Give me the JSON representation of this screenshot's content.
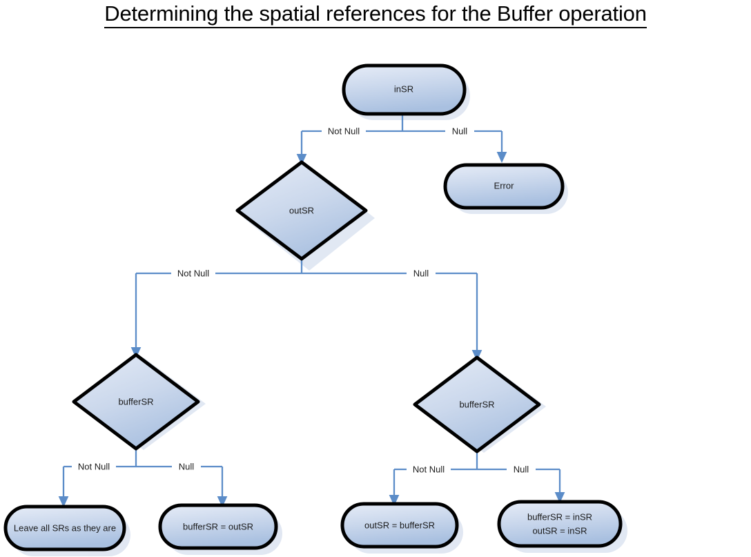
{
  "title": "Determining the spatial references for the Buffer operation",
  "colors": {
    "connector": "#5b8cc8",
    "shape_outline": "#000000",
    "fill_top": "#dde5f2",
    "fill_bottom": "#a7bfdf",
    "text": "#1b1b1b",
    "background": "#ffffff",
    "shadow": "#c8d4e8"
  },
  "nodes": {
    "in_sr": {
      "label": "inSR",
      "shape": "rounded-rect"
    },
    "error": {
      "label": "Error",
      "shape": "rounded-rect"
    },
    "out_sr": {
      "label": "outSR",
      "shape": "diamond"
    },
    "buffer_sr_left": {
      "label": "bufferSR",
      "shape": "diamond"
    },
    "buffer_sr_right": {
      "label": "bufferSR",
      "shape": "diamond"
    },
    "leave_all": {
      "label": "Leave all SRs as they are",
      "shape": "rounded-rect"
    },
    "buffer_eq_out": {
      "label": "bufferSR = outSR",
      "shape": "rounded-rect"
    },
    "out_eq_buffer": {
      "label": "outSR = bufferSR",
      "shape": "rounded-rect"
    },
    "buffer_out_eq_in": {
      "label_line1": "bufferSR = inSR",
      "label_line2": "outSR = inSR",
      "shape": "rounded-rect"
    }
  },
  "edges": {
    "in_sr_not_null": "Not Null",
    "in_sr_null": "Null",
    "out_sr_not_null": "Not Null",
    "out_sr_null": "Null",
    "buffer_left_not_null": "Not Null",
    "buffer_left_null": "Null",
    "buffer_right_not_null": "Not Null",
    "buffer_right_null": "Null"
  },
  "chart_data": {
    "type": "table",
    "title": "Determining the spatial references for the Buffer operation",
    "decision_tree": [
      {
        "node": "inSR",
        "branches": [
          {
            "condition": "Not Null",
            "target": "outSR"
          },
          {
            "condition": "Null",
            "target": "Error"
          }
        ]
      },
      {
        "node": "outSR",
        "branches": [
          {
            "condition": "Not Null",
            "target": "bufferSR"
          },
          {
            "condition": "Null",
            "target": "bufferSR"
          }
        ]
      },
      {
        "node": "bufferSR (outSR Not Null)",
        "branches": [
          {
            "condition": "Not Null",
            "target": "Leave all SRs as they are"
          },
          {
            "condition": "Null",
            "target": "bufferSR = outSR"
          }
        ]
      },
      {
        "node": "bufferSR (outSR Null)",
        "branches": [
          {
            "condition": "Not Null",
            "target": "outSR = bufferSR"
          },
          {
            "condition": "Null",
            "target": "bufferSR = inSR; outSR = inSR"
          }
        ]
      }
    ]
  }
}
